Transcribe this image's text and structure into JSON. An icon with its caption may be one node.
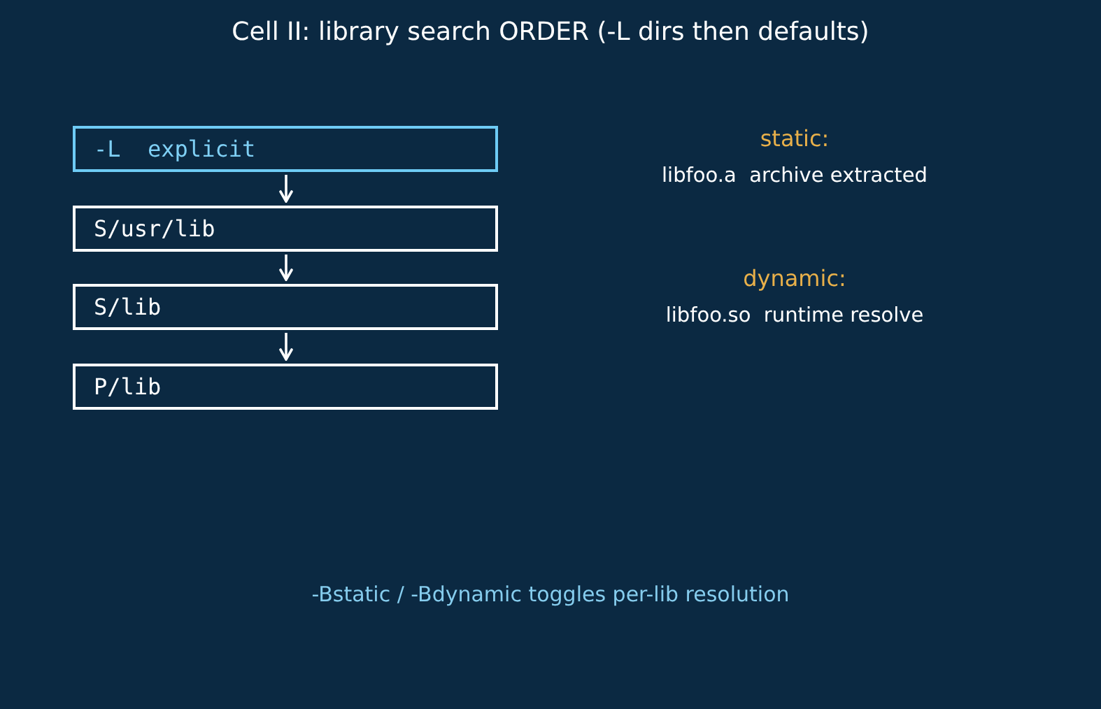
{
  "diagram": {
    "title": "Cell II: library search ORDER (-L dirs then defaults)",
    "nodes": [
      {
        "text": [
          "-L  explicit"
        ]
      },
      {
        "text": [
          "S/usr/lib"
        ]
      },
      {
        "text": [
          "S/lib"
        ]
      },
      {
        "text": [
          "P/lib"
        ]
      }
    ],
    "edges": [
      {
        "from": 0,
        "to": 1,
        "arrow": "to"
      },
      {
        "from": 1,
        "to": 2,
        "arrow": "to"
      },
      {
        "from": 2,
        "to": 3,
        "arrow": "to"
      }
    ],
    "labels": [
      "static:",
      "libfoo.a  archive extracted",
      "dynamic:",
      "libfoo.so  runtime resolve",
      "-Bstatic / -Bdynamic toggles per-lib resolution"
    ]
  }
}
